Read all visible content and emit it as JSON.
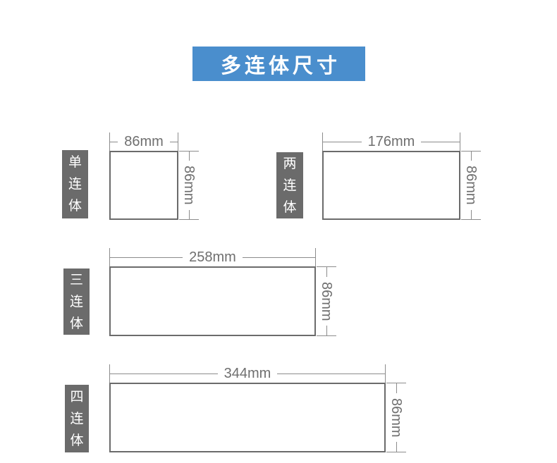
{
  "banner": {
    "title": "多连体尺寸",
    "bg_color": "#4a8ecd",
    "text_color": "#ffffff"
  },
  "colors": {
    "accent_blue": "#4a8ecd",
    "label_tab_bg": "#6b6b6b",
    "label_tab_text": "#ffffff",
    "rect_outline": "#6b6b6b",
    "dimension_line": "#8c8c8c",
    "dimension_text": "#6f6f6f",
    "background": "#ffffff"
  },
  "rows": [
    {
      "name": "单连体",
      "width_dim": "86mm",
      "height_dim": "86mm"
    },
    {
      "name": "两连体",
      "width_dim": "176mm",
      "height_dim": "86mm"
    },
    {
      "name": "三连体",
      "width_dim": "258mm",
      "height_dim": "86mm"
    },
    {
      "name": "四连体",
      "width_dim": "344mm",
      "height_dim": "86mm"
    }
  ]
}
